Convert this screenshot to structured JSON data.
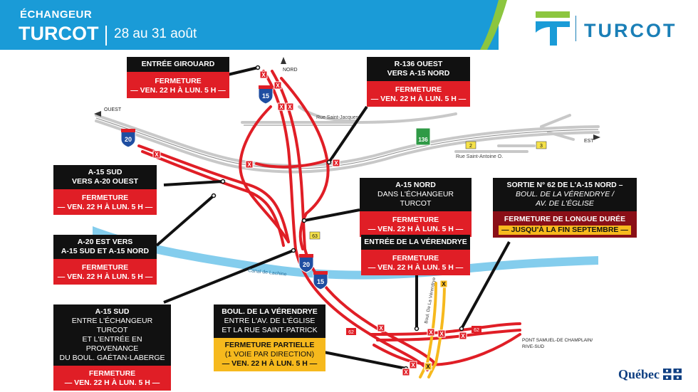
{
  "header": {
    "subtitle": "ÉCHANGEUR",
    "title": "TURCOT",
    "dates": "28 au 31 août",
    "logo_text": "TURCOT",
    "banner_color": "#1a9bd7",
    "accent_green": "#8cc63f"
  },
  "footer": {
    "quebec_logo": "Québec"
  },
  "map_labels": {
    "nord": "NORD",
    "ouest": "OUEST",
    "est": "EST",
    "rue_saint_jacques": "Rue Saint-Jacques",
    "rue_saint_antoine": "Rue Saint-Antoine O.",
    "canal": "Canal de Lachine",
    "boul_verendrye": "Boul. De La Vérendrye",
    "pont": "PONT SAMUEL-DE CHAMPLAIN/",
    "rive_sud": "RIVE-SUD"
  },
  "shields": {
    "a15_top": "15",
    "a20_left": "20",
    "r136": "136",
    "exit2": "2",
    "exit3": "3",
    "exit63": "63",
    "a20_mid": "20",
    "a15_mid": "15",
    "exit62_left": "62",
    "exit62_right": "62"
  },
  "boxes": {
    "girouard": {
      "title": "ENTRÉE GIROUARD",
      "status": "FERMETURE",
      "period": "— VEN. 22 H À LUN. 5 H —"
    },
    "r136": {
      "title1": "R-136 OUEST",
      "title2": "VERS A-15 NORD",
      "status": "FERMETURE",
      "period": "— VEN. 22 H À LUN. 5 H —"
    },
    "a15sud_a20": {
      "title1": "A-15 SUD",
      "title2": "VERS A-20 OUEST",
      "status": "FERMETURE",
      "period": "— VEN. 22 H À LUN. 5 H —"
    },
    "a15nord": {
      "title1": "A-15 NORD",
      "title2": "DANS L'ÉCHANGEUR TURCOT",
      "status": "FERMETURE",
      "period": "— VEN. 22 H À LUN. 5 H —"
    },
    "sortie62": {
      "title1": "SORTIE N° 62 DE L'A-15 NORD –",
      "title2": "BOUL. DE LA VÉRENDRYE /",
      "title3": "AV. DE L'ÉGLISE",
      "status": "FERMETURE DE LONGUE DURÉE",
      "period": "— JUSQU'À LA FIN SEPTEMBRE —"
    },
    "a20est": {
      "title1": "A-20 EST VERS",
      "title2": "A-15 SUD ET A-15 NORD",
      "status": "FERMETURE",
      "period": "— VEN. 22 H À LUN. 5 H —"
    },
    "verendrye_entree": {
      "title": "ENTRÉE DE LA VÉRENDRYE",
      "status": "FERMETURE",
      "period": "— VEN. 22 H À LUN. 5 H —"
    },
    "a15sud_long": {
      "title1": "A-15 SUD",
      "title2": "ENTRE L'ÉCHANGEUR TURCOT",
      "title3": "ET L'ENTRÉE EN PROVENANCE",
      "title4": "DU BOUL. GAÉTAN-LABERGE",
      "status": "FERMETURE",
      "period": "— VEN. 22 H À LUN. 5 H —"
    },
    "boul_verendrye": {
      "title1": "BOUL. DE LA VÉRENDRYE",
      "title2": "ENTRE L'AV. DE L'ÉGLISE",
      "title3": "ET LA RUE SAINT-PATRICK",
      "status": "FERMETURE PARTIELLE",
      "status2": "(1 VOIE PAR DIRECTION)",
      "period": "— VEN. 22 H À LUN. 5 H —"
    }
  },
  "colors": {
    "closure_red": "#e01e26",
    "long_closure": "#8a0f17",
    "partial_yellow": "#f6b91d",
    "road_grey": "#bdbdbd",
    "canal_blue": "#6fc4ea"
  }
}
